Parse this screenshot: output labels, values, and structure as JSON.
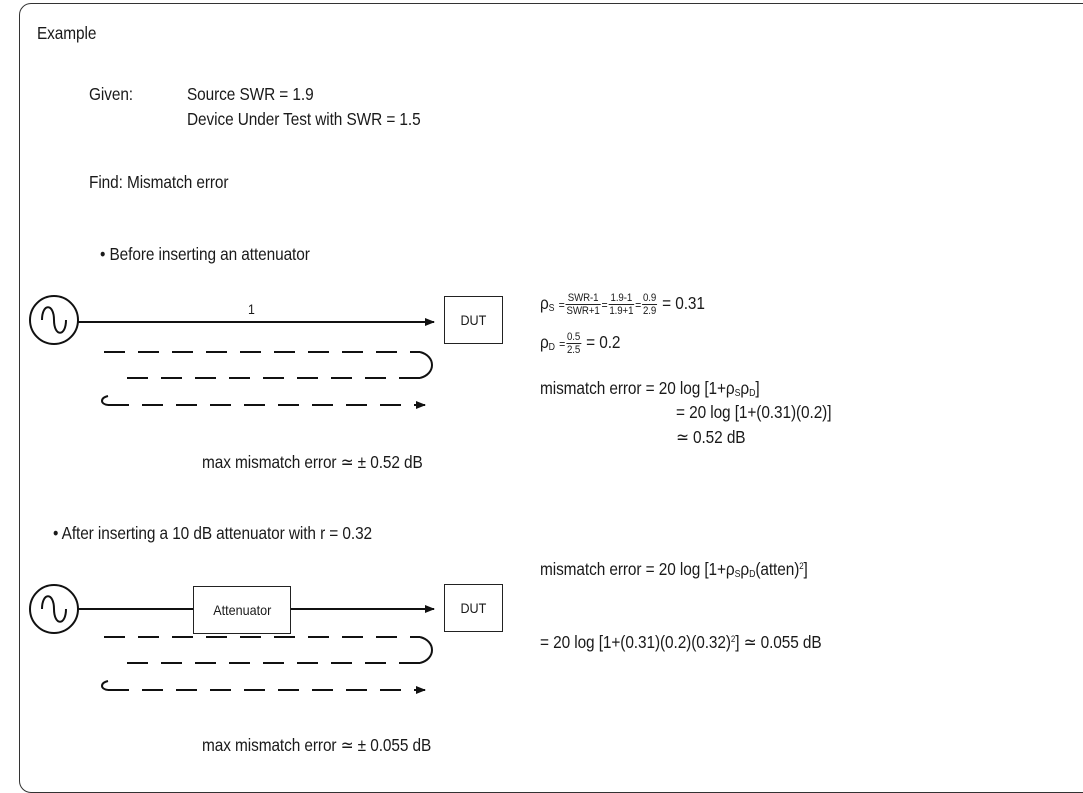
{
  "header": {
    "title": "Example"
  },
  "given": {
    "label": "Given:",
    "line1": "Source SWR = 1.9",
    "line2": "Device Under Test with SWR = 1.5"
  },
  "find": {
    "text": "Find: Mismatch error"
  },
  "before": {
    "heading": "• Before inserting an attenuator",
    "path_label": "1",
    "dut_label": "DUT",
    "max_error": "max mismatch error ≃ ± 0.52 dB",
    "eq_rho_s": {
      "symbol": "ρ",
      "sub": "S",
      "f1_num": "SWR-1",
      "f1_den": "SWR+1",
      "f2_num": "1.9-1",
      "f2_den": "1.9+1",
      "f3_num": "0.9",
      "f3_den": "2.9",
      "result": "= 0.31"
    },
    "eq_rho_d": {
      "symbol": "ρ",
      "sub": "D",
      "f_num": "0.5",
      "f_den": "2.5",
      "result": "= 0.2"
    },
    "calc1": "mismatch error = 20 log [1+ρ",
    "calc1_sub_s": "S",
    "calc1_mid": "ρ",
    "calc1_sub_d": "D",
    "calc1_end": "]",
    "calc2": "= 20 log [1+(0.31)(0.2)]",
    "calc3": "≃ 0.52 dB"
  },
  "after": {
    "heading": "• After inserting a 10 dB attenuator with r = 0.32",
    "attenuator_label": "Attenuator",
    "dut_label": "DUT",
    "max_error": "max mismatch error ≃ ± 0.055 dB",
    "calc1_start": "mismatch error = 20 log [1+ρ",
    "calc1_sub_s": "S",
    "calc1_mid": "ρ",
    "calc1_sub_d": "D",
    "calc1_end": "(atten)",
    "calc1_sup": "2",
    "calc1_close": "]",
    "calc2_start": "= 20 log [1+(0.31)(0.2)(0.32)",
    "calc2_sup": "2",
    "calc2_end": "] ≃ 0.055 dB"
  }
}
